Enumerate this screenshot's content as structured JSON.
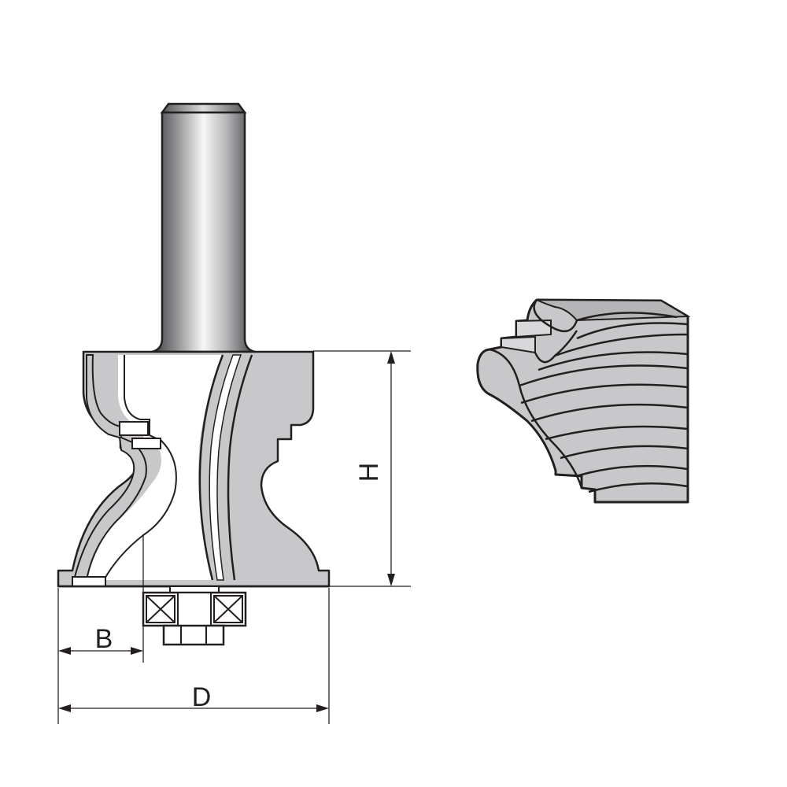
{
  "figure": {
    "labels": {
      "height": "H",
      "bearing_offset": "B",
      "diameter": "D"
    },
    "colors": {
      "outline": "#231f20",
      "body_fill": "#c8c8ca",
      "shank_dark": "#444446",
      "shank_light": "#f4f4f4",
      "background": "#ffffff"
    }
  }
}
